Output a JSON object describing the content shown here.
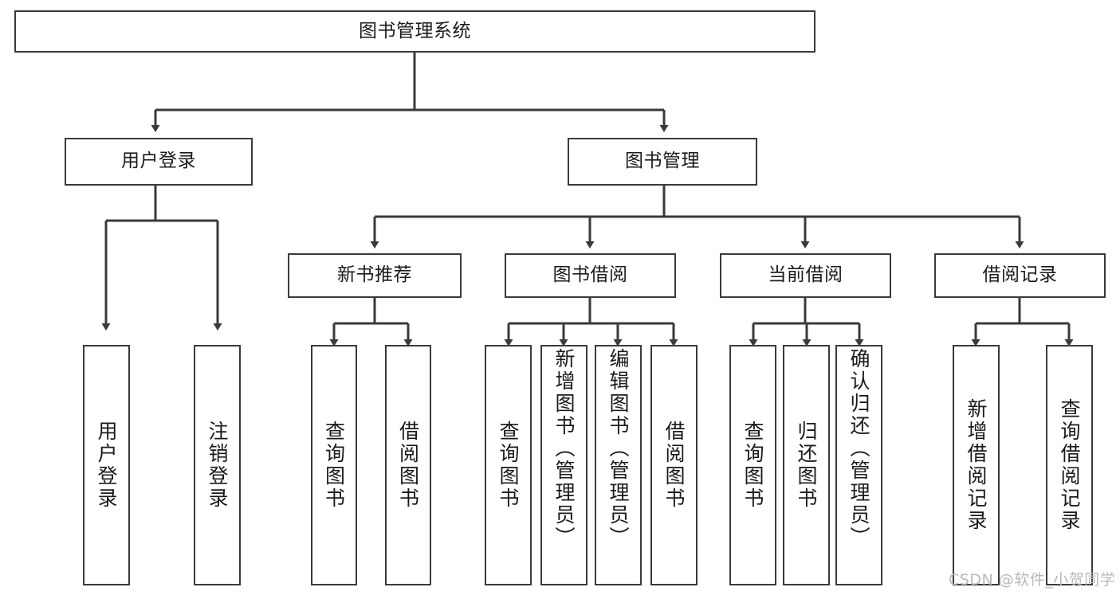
{
  "diagram": {
    "type": "tree-hierarchy-chart",
    "title_text": "图书管理系统",
    "watermark": "CSDN @软件_小贺同学",
    "colors": {
      "box_border": "#3a3a3a",
      "box_fill": "#ffffff",
      "connector": "#3a3a3a",
      "text": "#1a1a1a",
      "watermark": "#b9b9b9",
      "background": "#ffffff"
    },
    "nodes": {
      "root": {
        "label": "图书管理系统"
      },
      "level2": [
        {
          "label": "用户登录"
        },
        {
          "label": "图书管理"
        }
      ],
      "level3": [
        {
          "label": "新书推荐"
        },
        {
          "label": "图书借阅"
        },
        {
          "label": "当前借阅"
        },
        {
          "label": "借阅记录"
        }
      ],
      "leaves": {
        "user_login": [
          {
            "label": "用户登录"
          },
          {
            "label": "注销登录"
          }
        ],
        "new_book_recommend": [
          {
            "label": "查询图书"
          },
          {
            "label": "借阅图书"
          }
        ],
        "book_borrow": [
          {
            "label": "查询图书"
          },
          {
            "label": "新增图书（管理员）"
          },
          {
            "label": "编辑图书（管理员）"
          },
          {
            "label": "借阅图书"
          }
        ],
        "current_borrow": [
          {
            "label": "查询图书"
          },
          {
            "label": "归还图书"
          },
          {
            "label": "确认归还（管理员）"
          }
        ],
        "borrow_records": [
          {
            "label": "新增借阅记录"
          },
          {
            "label": "查询借阅记录"
          }
        ]
      }
    }
  }
}
